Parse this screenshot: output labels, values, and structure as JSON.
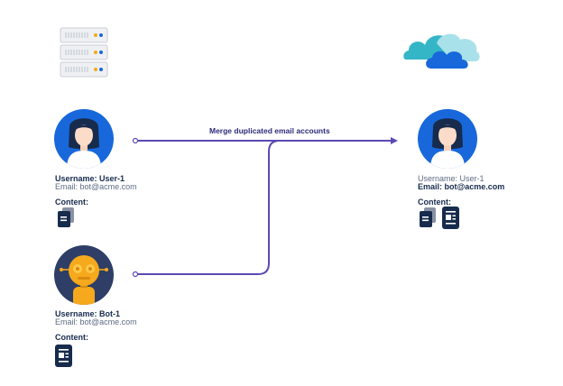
{
  "icons": {
    "server": "server-icon",
    "cloud": "cloud-icon",
    "user_avatar": "user-avatar-icon",
    "bot_avatar": "robot-avatar-icon",
    "documents": "documents-icon",
    "page": "page-icon"
  },
  "colors": {
    "avatar_bg": "#1868db",
    "bot_bg": "#2e3e66",
    "bot_body": "#f6a91c",
    "arrow": "#5b4ab3",
    "doc": "#172b4d"
  },
  "merge_label": "Merge duplicated email accounts",
  "source_user": {
    "username": "Username: User-1",
    "email": "Email: bot@acme.com",
    "content_label": "Content:"
  },
  "source_bot": {
    "username": "Username: Bot-1",
    "email": "Email: bot@acme.com",
    "content_label": "Content:"
  },
  "target_user": {
    "username": "Username: User-1",
    "email": "Email: bot@acme.com",
    "content_label": "Content:"
  }
}
